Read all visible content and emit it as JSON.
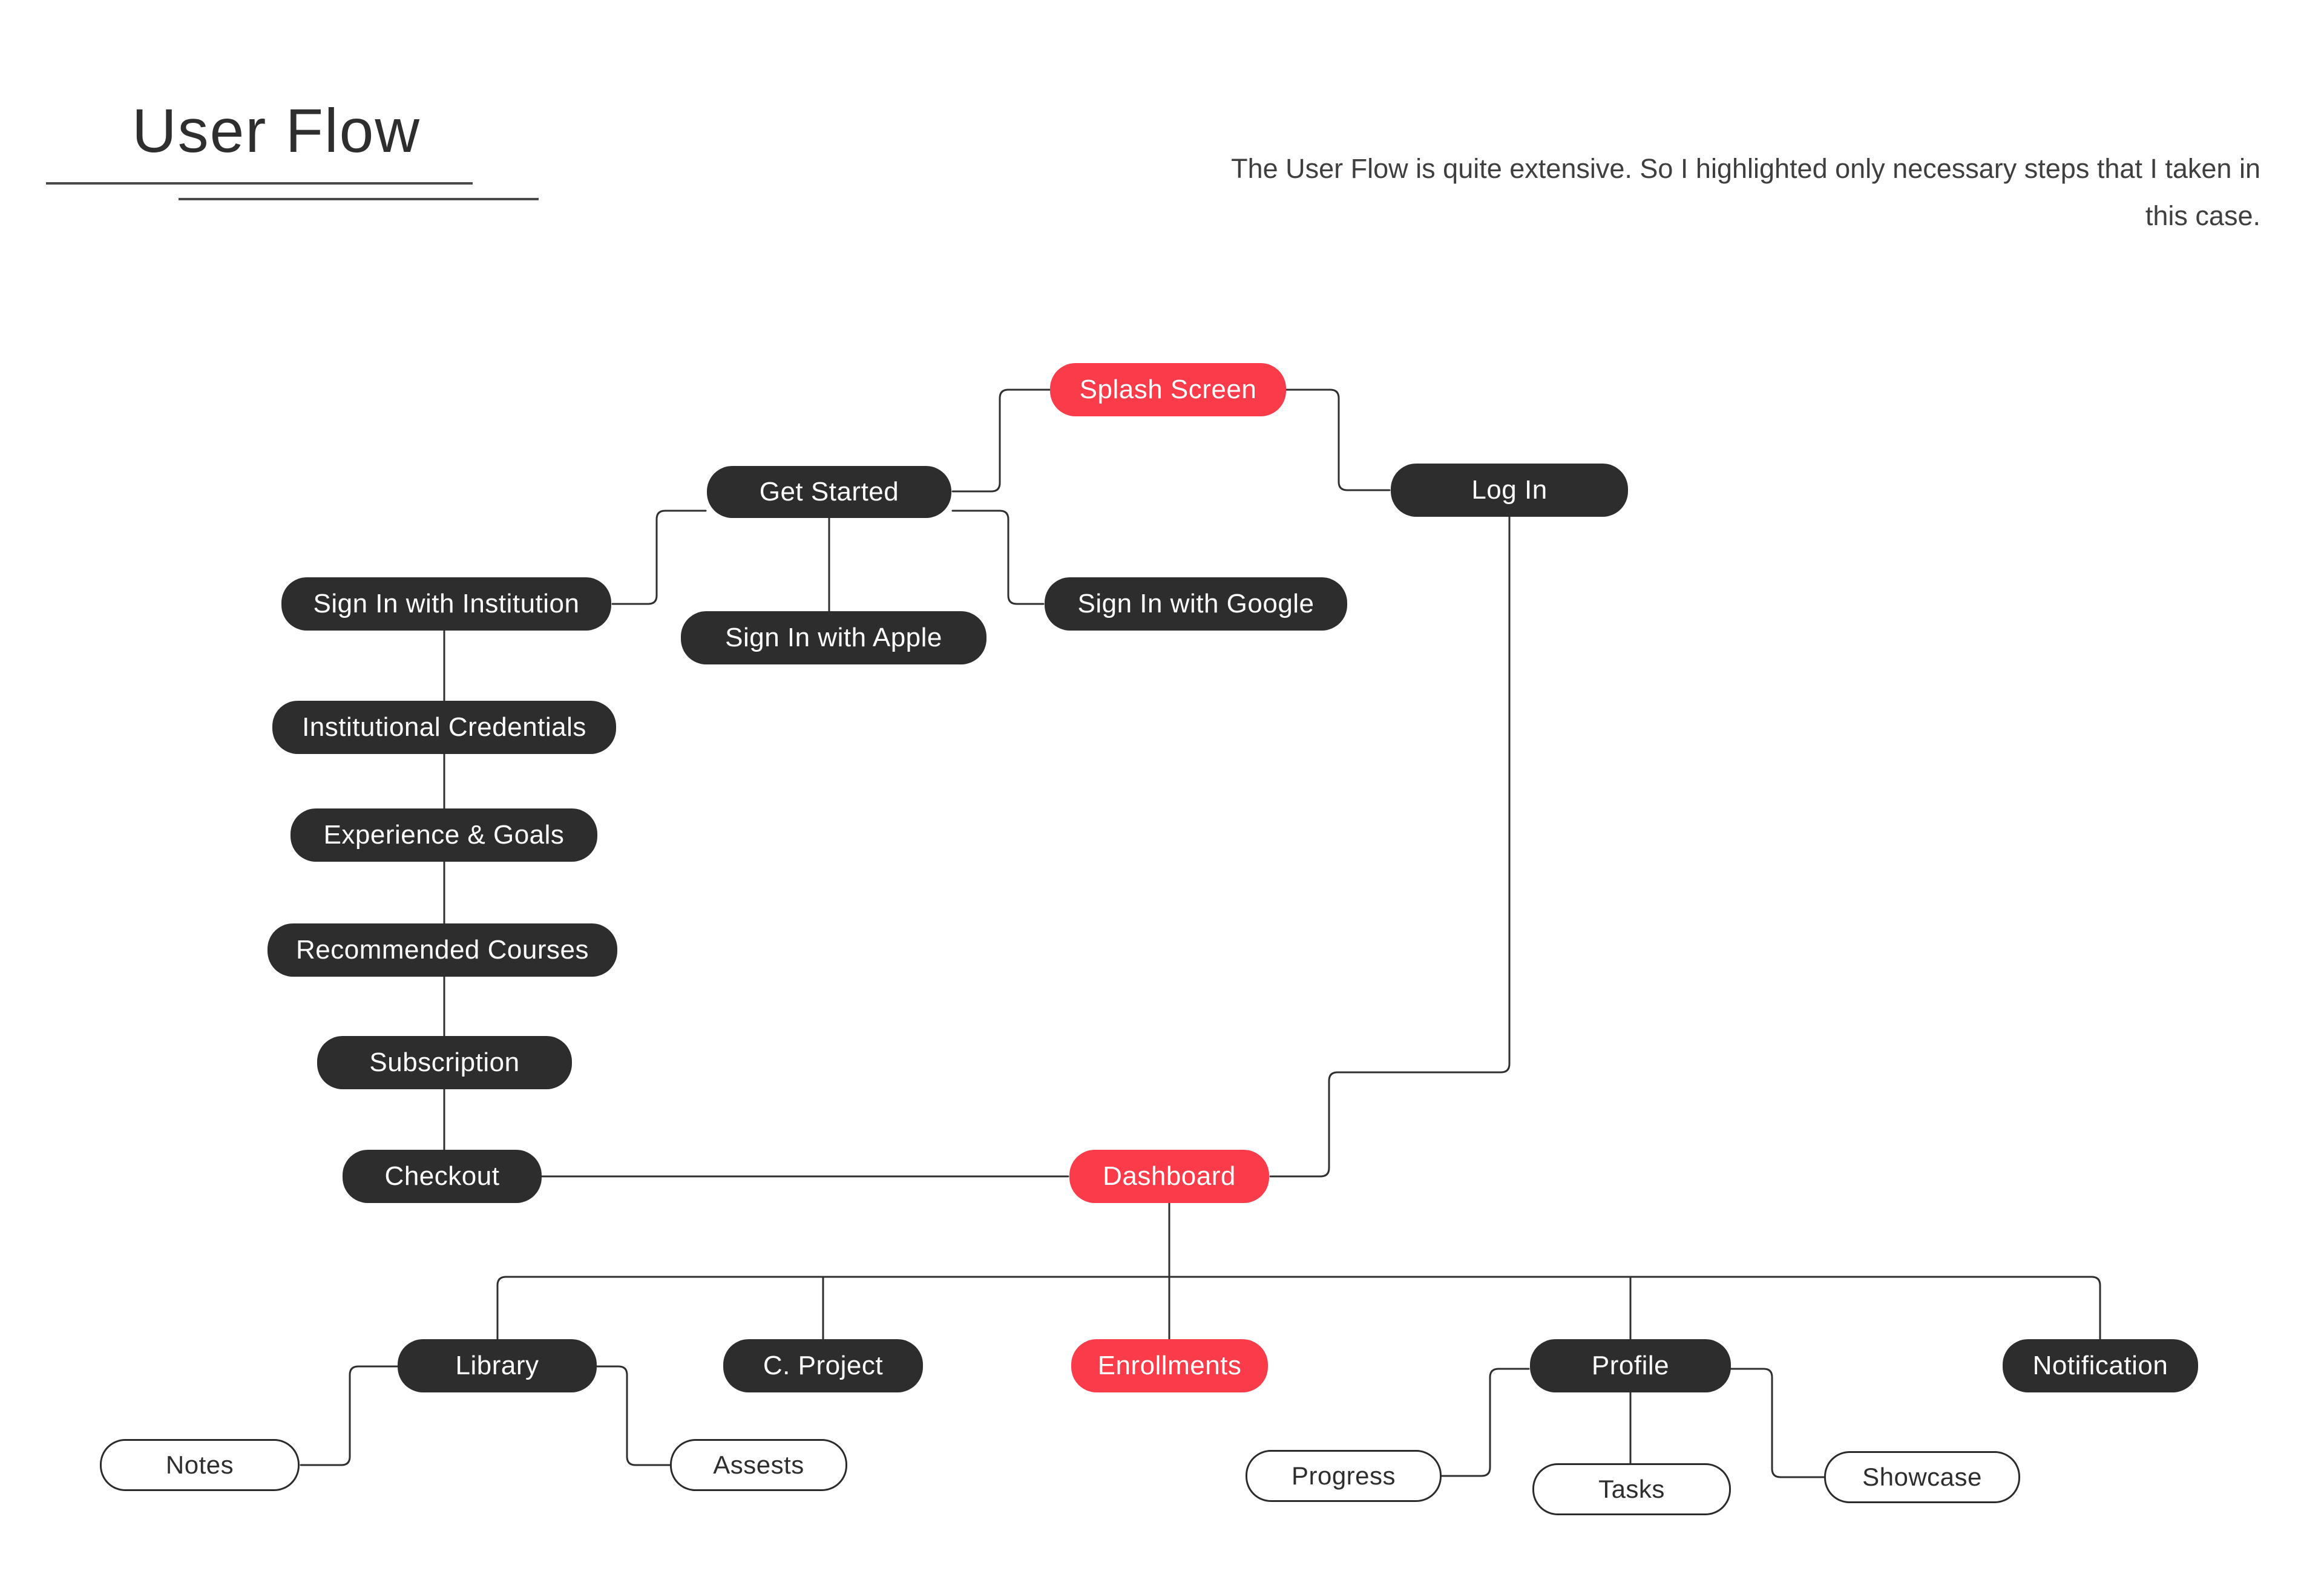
{
  "header": {
    "title": "User Flow",
    "description": "The User Flow is quite extensive. So I highlighted only necessary steps that I taken in this case."
  },
  "colors": {
    "highlight": "#FA3B49",
    "node_dark": "#2D2D2D",
    "outline_border": "#2B2B2B",
    "connector": "#2F2F2F",
    "title_text": "#2E2E2E",
    "description_text": "#3F3F3F",
    "node_text_light": "#FFFFFF",
    "node_text_dark": "#2E2E2E",
    "background": "#FFFFFF"
  },
  "nodes": {
    "splash_screen": {
      "label": "Splash Screen",
      "emphasis": "highlight"
    },
    "get_started": {
      "label": "Get Started",
      "emphasis": "default"
    },
    "log_in": {
      "label": "Log In",
      "emphasis": "default"
    },
    "sign_in_institution": {
      "label": "Sign In with Institution",
      "emphasis": "default"
    },
    "sign_in_apple": {
      "label": "Sign In with Apple",
      "emphasis": "default"
    },
    "sign_in_google": {
      "label": "Sign In with Google",
      "emphasis": "default"
    },
    "institutional_credentials": {
      "label": "Institutional Credentials",
      "emphasis": "default"
    },
    "experience_goals": {
      "label": "Experience & Goals",
      "emphasis": "default"
    },
    "recommended_courses": {
      "label": "Recommended Courses",
      "emphasis": "default"
    },
    "subscription": {
      "label": "Subscription",
      "emphasis": "default"
    },
    "checkout": {
      "label": "Checkout",
      "emphasis": "default"
    },
    "dashboard": {
      "label": "Dashboard",
      "emphasis": "highlight"
    },
    "library": {
      "label": "Library",
      "emphasis": "default"
    },
    "c_project": {
      "label": "C. Project",
      "emphasis": "default"
    },
    "enrollments": {
      "label": "Enrollments",
      "emphasis": "highlight"
    },
    "profile": {
      "label": "Profile",
      "emphasis": "default"
    },
    "notification": {
      "label": "Notification",
      "emphasis": "default"
    },
    "notes": {
      "label": "Notes",
      "emphasis": "outline"
    },
    "assests": {
      "label": "Assests",
      "emphasis": "outline"
    },
    "progress": {
      "label": "Progress",
      "emphasis": "outline"
    },
    "tasks": {
      "label": "Tasks",
      "emphasis": "outline"
    },
    "showcase": {
      "label": "Showcase",
      "emphasis": "outline"
    }
  },
  "edges": [
    {
      "from": "splash_screen",
      "to": "get_started"
    },
    {
      "from": "splash_screen",
      "to": "log_in"
    },
    {
      "from": "get_started",
      "to": "sign_in_institution"
    },
    {
      "from": "get_started",
      "to": "sign_in_apple"
    },
    {
      "from": "get_started",
      "to": "sign_in_google"
    },
    {
      "from": "sign_in_institution",
      "to": "institutional_credentials"
    },
    {
      "from": "institutional_credentials",
      "to": "experience_goals"
    },
    {
      "from": "experience_goals",
      "to": "recommended_courses"
    },
    {
      "from": "recommended_courses",
      "to": "subscription"
    },
    {
      "from": "subscription",
      "to": "checkout"
    },
    {
      "from": "checkout",
      "to": "dashboard"
    },
    {
      "from": "log_in",
      "to": "dashboard"
    },
    {
      "from": "dashboard",
      "to": "library"
    },
    {
      "from": "dashboard",
      "to": "c_project"
    },
    {
      "from": "dashboard",
      "to": "enrollments"
    },
    {
      "from": "dashboard",
      "to": "profile"
    },
    {
      "from": "dashboard",
      "to": "notification"
    },
    {
      "from": "library",
      "to": "notes"
    },
    {
      "from": "library",
      "to": "assests"
    },
    {
      "from": "progress",
      "to": "profile"
    },
    {
      "from": "profile",
      "to": "tasks"
    },
    {
      "from": "profile",
      "to": "showcase"
    }
  ]
}
